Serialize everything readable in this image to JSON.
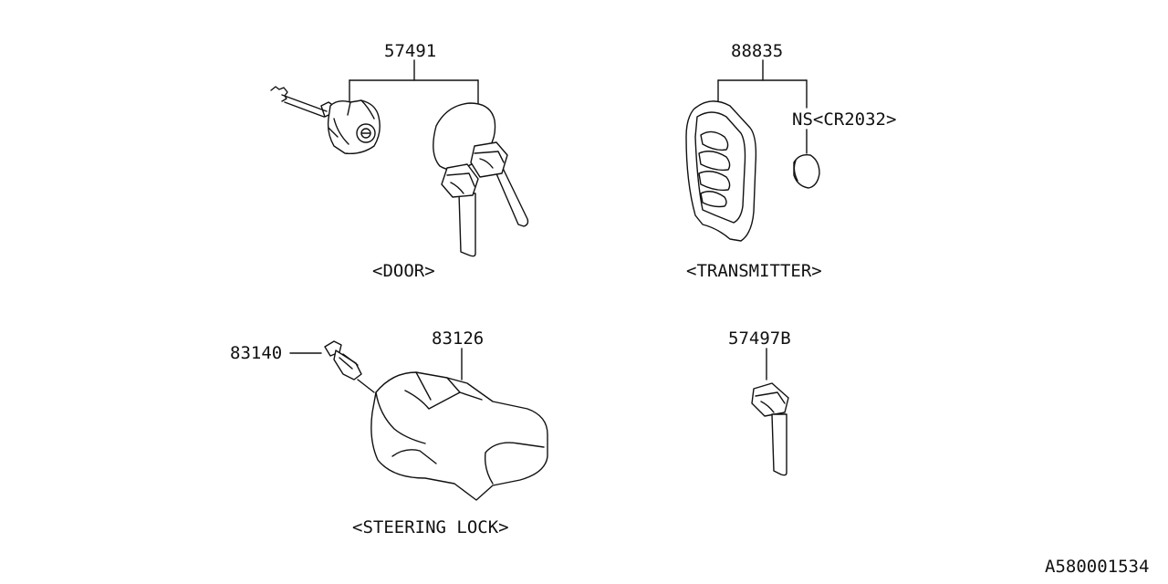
{
  "groups": {
    "door": {
      "part_number": "57491",
      "caption": "<DOOR>"
    },
    "transmitter": {
      "part_number": "88835",
      "battery_label": "NS<CR2032>",
      "caption": "<TRANSMITTER>"
    },
    "steering_lock": {
      "part_number_lock": "83126",
      "part_number_switch": "83140",
      "caption": "<STEERING LOCK>"
    },
    "key": {
      "part_number": "57497B"
    }
  },
  "diagram_id": "A580001534"
}
